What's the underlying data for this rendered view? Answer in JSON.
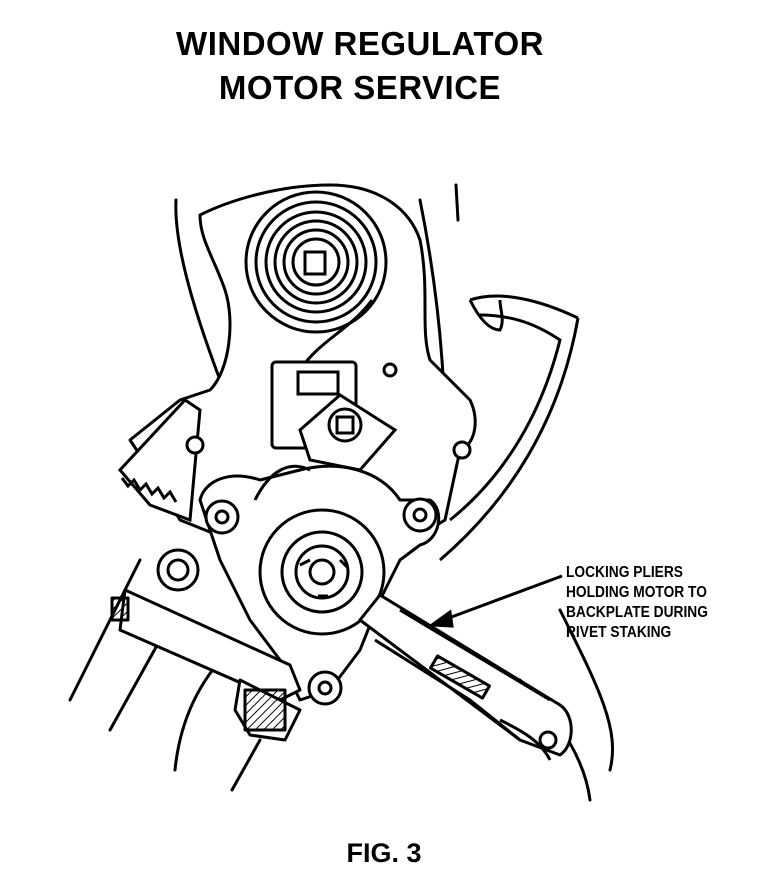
{
  "title": {
    "line1": "WINDOW REGULATOR",
    "line2": "MOTOR SERVICE"
  },
  "callout": {
    "line1": "LOCKING PLIERS",
    "line2": "HOLDING MOTOR TO",
    "line3": "BACKPLATE DURING",
    "line4": "RIVET STAKING"
  },
  "caption": "FIG. 3"
}
